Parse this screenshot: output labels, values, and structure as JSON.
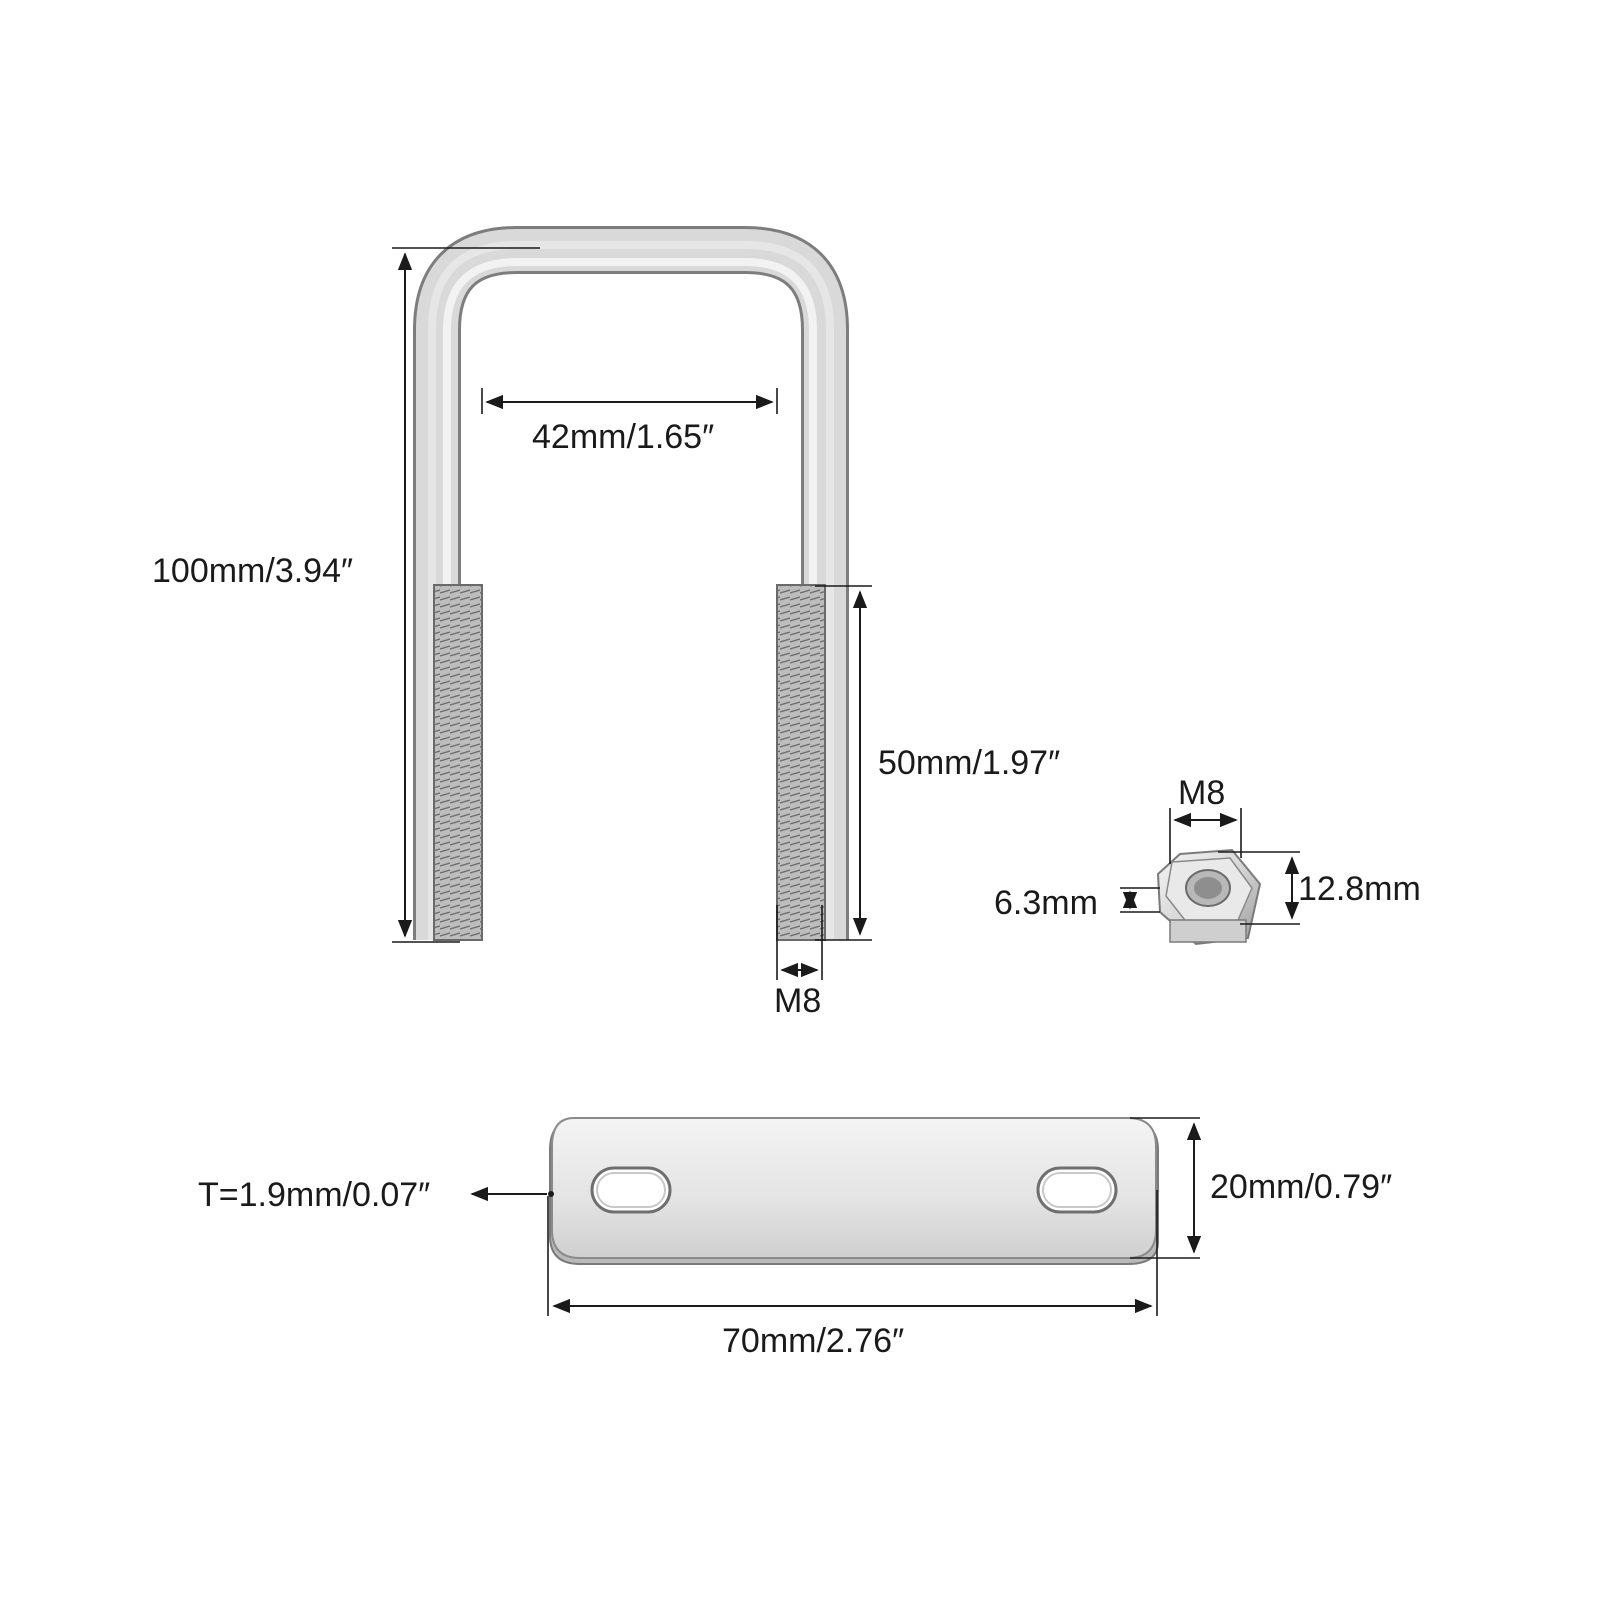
{
  "ubolt": {
    "inner_width_label": "42mm/1.65″",
    "total_height_label": "100mm/3.94″",
    "thread_length_label": "50mm/1.97″",
    "thread_size_label": "M8"
  },
  "nut": {
    "thread_label": "M8",
    "thickness_label": "6.3mm",
    "width_label": "12.8mm"
  },
  "plate": {
    "thickness_label": "T=1.9mm/0.07″",
    "width_label": "20mm/0.79″",
    "length_label": "70mm/2.76″"
  },
  "colors": {
    "metal_light": "#e6e6e6",
    "metal_mid": "#c4c4c4",
    "metal_dark": "#8a8a8a",
    "line": "#1a1a1a"
  }
}
